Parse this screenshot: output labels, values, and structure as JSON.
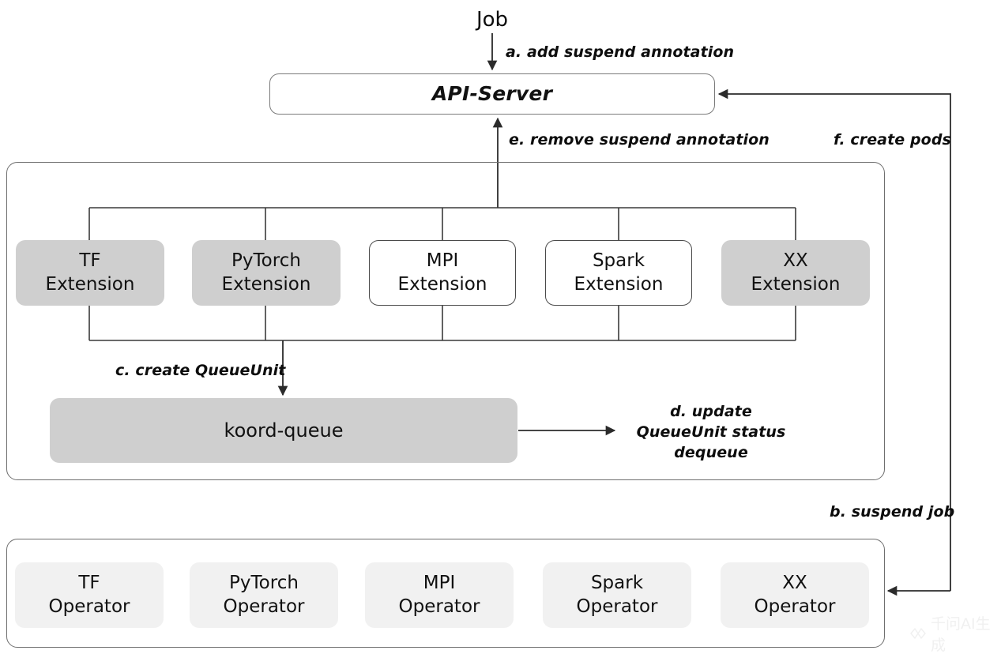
{
  "diagram": {
    "title_node": "Job",
    "api_server": "API-Server",
    "koord_queue": "koord-queue",
    "annotations": {
      "a": "a. add suspend annotation",
      "b": "b. suspend job",
      "c": "c. create QueueUnit",
      "d": "d. update\nQueueUnit status\ndequeue",
      "e": "e. remove suspend annotation",
      "f": "f. create pods"
    },
    "extensions": [
      {
        "label": "TF\nExtension",
        "style": "gray"
      },
      {
        "label": "PyTorch\nExtension",
        "style": "gray"
      },
      {
        "label": "MPI\nExtension",
        "style": "white"
      },
      {
        "label": "Spark\nExtension",
        "style": "white"
      },
      {
        "label": "XX\nExtension",
        "style": "gray"
      }
    ],
    "operators": [
      {
        "label": "TF\nOperator",
        "style": "light"
      },
      {
        "label": "PyTorch\nOperator",
        "style": "light"
      },
      {
        "label": "MPI\nOperator",
        "style": "light"
      },
      {
        "label": "Spark\nOperator",
        "style": "light"
      },
      {
        "label": "XX\nOperator",
        "style": "light"
      }
    ],
    "watermark": "千问AI生成",
    "colors": {
      "background": "#ffffff",
      "node_gray": "#cfcfcf",
      "node_light": "#f1f1f1",
      "stroke": "#3a3a3a",
      "container_stroke": "#6e6e6e",
      "text": "#111111"
    }
  }
}
